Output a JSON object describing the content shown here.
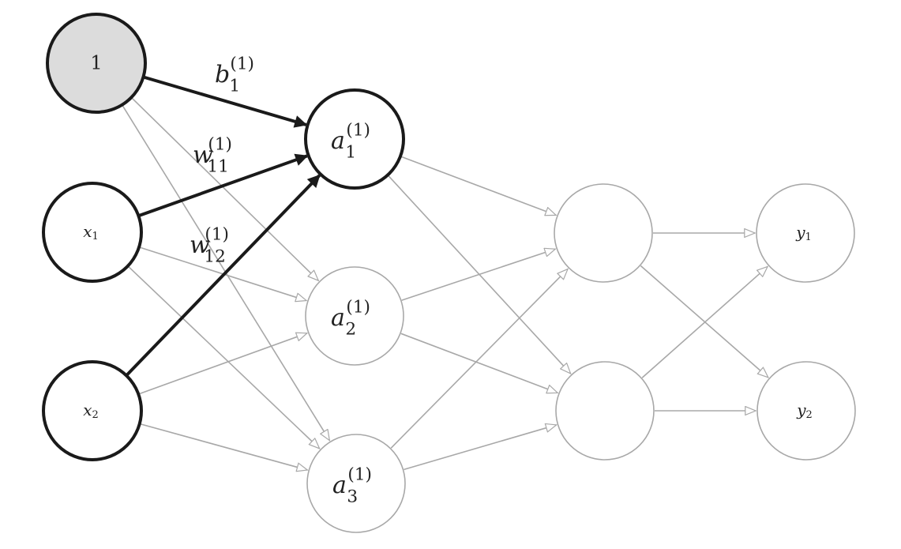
{
  "diagram": {
    "colors": {
      "highlight": "#1a1a1a",
      "faded": "#a8a8a8",
      "bias_fill": "#dcdcdc",
      "background": "#ffffff"
    },
    "nodes": {
      "bias": {
        "label": "1"
      },
      "x1": {
        "var": "x",
        "sub": "1"
      },
      "x2": {
        "var": "x",
        "sub": "2"
      },
      "a1": {
        "var": "a",
        "sub": "1",
        "sup": "(1)"
      },
      "a2": {
        "var": "a",
        "sub": "2",
        "sup": "(1)"
      },
      "a3": {
        "var": "a",
        "sub": "3",
        "sup": "(1)"
      },
      "h1": {},
      "h2": {},
      "y1": {
        "var": "y",
        "sub": "1"
      },
      "y2": {
        "var": "y",
        "sub": "2"
      }
    },
    "edge_labels": {
      "b1": {
        "var": "b",
        "sub": "1",
        "sup": "(1)"
      },
      "w11": {
        "var": "w",
        "sub": "11",
        "sup": "(1)"
      },
      "w12": {
        "var": "w",
        "sub": "12",
        "sup": "(1)"
      }
    }
  }
}
